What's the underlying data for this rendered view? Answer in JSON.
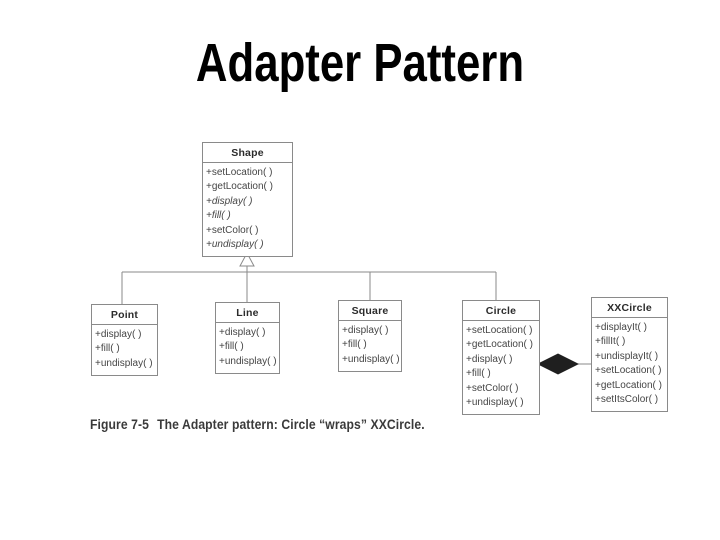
{
  "title": "Adapter Pattern",
  "caption": {
    "label": "Figure 7-5",
    "text": "The Adapter pattern: Circle “wraps” XXCircle."
  },
  "classes": {
    "shape": {
      "name": "Shape",
      "methods": [
        {
          "label": "+setLocation( )",
          "abstract": false
        },
        {
          "label": "+getLocation( )",
          "abstract": false
        },
        {
          "label": "+display( )",
          "abstract": true
        },
        {
          "label": "+fill( )",
          "abstract": true
        },
        {
          "label": "+setColor( )",
          "abstract": false
        },
        {
          "label": "+undisplay( )",
          "abstract": true
        }
      ]
    },
    "point": {
      "name": "Point",
      "methods": [
        {
          "label": "+display( )",
          "abstract": false
        },
        {
          "label": "+fill( )",
          "abstract": false
        },
        {
          "label": "+undisplay( )",
          "abstract": false
        }
      ]
    },
    "line": {
      "name": "Line",
      "methods": [
        {
          "label": "+display( )",
          "abstract": false
        },
        {
          "label": "+fill( )",
          "abstract": false
        },
        {
          "label": "+undisplay( )",
          "abstract": false
        }
      ]
    },
    "square": {
      "name": "Square",
      "methods": [
        {
          "label": "+display( )",
          "abstract": false
        },
        {
          "label": "+fill( )",
          "abstract": false
        },
        {
          "label": "+undisplay( )",
          "abstract": false
        }
      ]
    },
    "circle": {
      "name": "Circle",
      "methods": [
        {
          "label": "+setLocation( )",
          "abstract": false
        },
        {
          "label": "+getLocation( )",
          "abstract": false
        },
        {
          "label": "+display( )",
          "abstract": false
        },
        {
          "label": "+fill( )",
          "abstract": false
        },
        {
          "label": "+setColor( )",
          "abstract": false
        },
        {
          "label": "+undisplay( )",
          "abstract": false
        }
      ]
    },
    "xxcircle": {
      "name": "XXCircle",
      "methods": [
        {
          "label": "+displayIt( )",
          "abstract": false
        },
        {
          "label": "+fillIt( )",
          "abstract": false
        },
        {
          "label": "+undisplayIt( )",
          "abstract": false
        },
        {
          "label": "+setLocation( )",
          "abstract": false
        },
        {
          "label": "+getLocation( )",
          "abstract": false
        },
        {
          "label": "+setItsColor( )",
          "abstract": false
        }
      ]
    }
  },
  "relationships": {
    "inheritance": {
      "parent": "Shape",
      "children": [
        "Point",
        "Line",
        "Square",
        "Circle"
      ]
    },
    "composition": {
      "owner": "Circle",
      "part": "XXCircle"
    }
  },
  "colors": {
    "line": "#8a8a8a",
    "name_text": "#2b2b2b",
    "method_text": "#454545",
    "caption_text": "#3a3a3a",
    "diamond": "#1f1f1f"
  }
}
